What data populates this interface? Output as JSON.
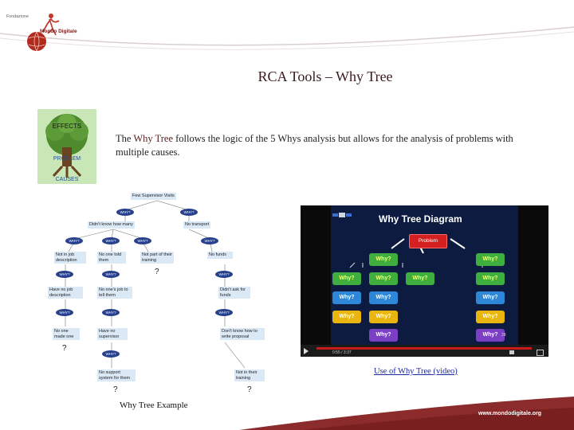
{
  "header": {
    "logo_top": "Fondazione",
    "logo_name": "Mondo Digitale",
    "brand_color": "#7a1f1f"
  },
  "title": "RCA Tools – Why Tree",
  "tree_image": {
    "label_top": "EFFECTS",
    "label_mid": "PROBLEM",
    "label_bottom": "CAUSES"
  },
  "intro": {
    "before": "The ",
    "emphasis": "Why Tree",
    "after": " follows the logic of the 5 Whys analysis but allows for the analysis of problems with multiple causes."
  },
  "diagram": {
    "top": "Few Supervisor Visits",
    "why": "WHY?",
    "nodes": {
      "n1": "Didn't know how many",
      "n2": "No transport",
      "n3": "Not in job description",
      "n4": "No one told them",
      "n5": "Not part of their training",
      "n6": "No funds",
      "n7": "Have no job description",
      "n8": "No one's job to tell them",
      "n9": "Didn't ask for funds",
      "n10": "No one made one",
      "n11": "Have no supervisor",
      "n12": "Don't know how to write proposal",
      "n13": "No support system for them",
      "n14": "Not in their training"
    },
    "q": "?",
    "caption": "Why Tree Example"
  },
  "video": {
    "title": "Why Tree Diagram",
    "problem": "Problem",
    "why": "Why?",
    "time": "0:55 / 3:37",
    "page_num": "28",
    "link": "Use of Why Tree (video)",
    "colors": {
      "green": "#3fae3f",
      "blue": "#2e86d6",
      "yellow": "#e8b60e",
      "purple": "#7a3fc2"
    }
  },
  "footer": {
    "url": "www.mondodigitale.org"
  }
}
